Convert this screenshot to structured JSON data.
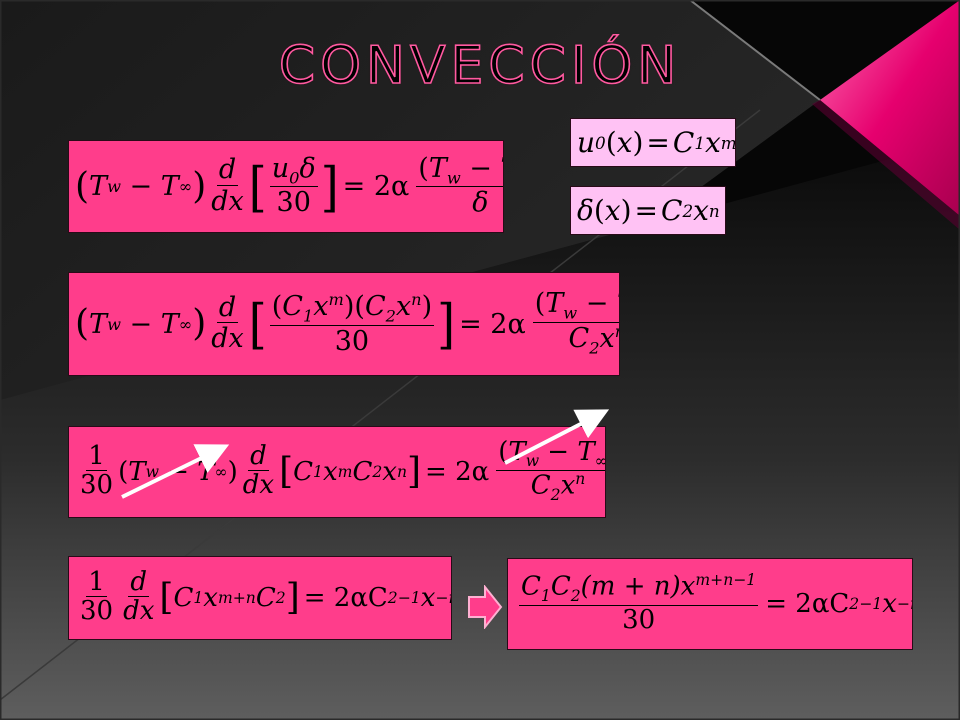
{
  "slide": {
    "title": "CONVECCIÓN",
    "colors": {
      "box_pink": "#ff3d8b",
      "box_light": "#ffc2f4",
      "title_outline": "#ff5aa0",
      "accent": "#e8006e"
    }
  },
  "equations": {
    "eq1": {
      "Tw": "T",
      "Tw_sub": "w",
      "Tinf": "T",
      "Tinf_sub": "∞",
      "d": "d",
      "dx": "dx",
      "u0": "u",
      "u0_sub": "0",
      "delta": "δ",
      "thirty": "30",
      "eq": "= 2α",
      "Tw2": "T",
      "Tw2_sub": "w",
      "Tinf2": "T",
      "Tinf2_sub": "∞",
      "den_delta": "δ"
    },
    "side1": {
      "u": "u",
      "u_sub": "0",
      "x": "x",
      "eq": "=",
      "C": "C",
      "C_sub": "1",
      "xm": "x",
      "m": "m"
    },
    "side2": {
      "delta": "δ",
      "x": "x",
      "eq": "=",
      "C": "C",
      "C_sub": "2",
      "xn": "x",
      "n": "n"
    },
    "eq2": {
      "Tw": "T",
      "Tw_sub": "w",
      "Tinf": "T",
      "Tinf_sub": "∞",
      "d": "d",
      "dx": "dx",
      "C1": "C",
      "C1_sub": "1",
      "x1": "x",
      "m": "m",
      "C2": "C",
      "C2_sub": "2",
      "x2": "x",
      "n": "n",
      "thirty": "30",
      "eq": "= 2α",
      "Tw2": "T",
      "Tw2_sub": "w",
      "Tinf2": "T",
      "Tinf2_sub": "∞",
      "denC": "C",
      "denC_sub": "2",
      "denx": "x",
      "den_n": "n"
    },
    "eq3": {
      "one": "1",
      "thirty": "30",
      "Tw": "T",
      "Tw_sub": "w",
      "Tinf": "T",
      "Tinf_sub": "∞",
      "d": "d",
      "dx": "dx",
      "C1": "C",
      "C1_sub": "1",
      "x1": "x",
      "m": "m",
      "C2": "C",
      "C2_sub": "2",
      "x2": "x",
      "n": "n",
      "eq": "= 2α",
      "Tw2": "T",
      "Tw2_sub": "w",
      "Tinf2": "T",
      "Tinf2_sub": "∞",
      "denC": "C",
      "denC_sub": "2",
      "denx": "x",
      "den_n": "n"
    },
    "eq4": {
      "one": "1",
      "thirty": "30",
      "d": "d",
      "dx": "dx",
      "C1": "C",
      "C1_sub": "1",
      "x": "x",
      "exp": "m+n",
      "C2": "C",
      "C2_sub": "2",
      "eq": "= 2αC",
      "rC_sub": "2",
      "rC_sup": "−1",
      "rx": "x",
      "rx_sup": "−n"
    },
    "eq5": {
      "C1": "C",
      "C1_sub": "1",
      "C2": "C",
      "C2_sub": "2",
      "mn": "(m + n)",
      "x": "x",
      "exp": "m+n−1",
      "thirty": "30",
      "eq": "= 2αC",
      "rC_sub": "2",
      "rC_sup": "−1",
      "rx": "x",
      "rx_sup": "−n"
    }
  }
}
